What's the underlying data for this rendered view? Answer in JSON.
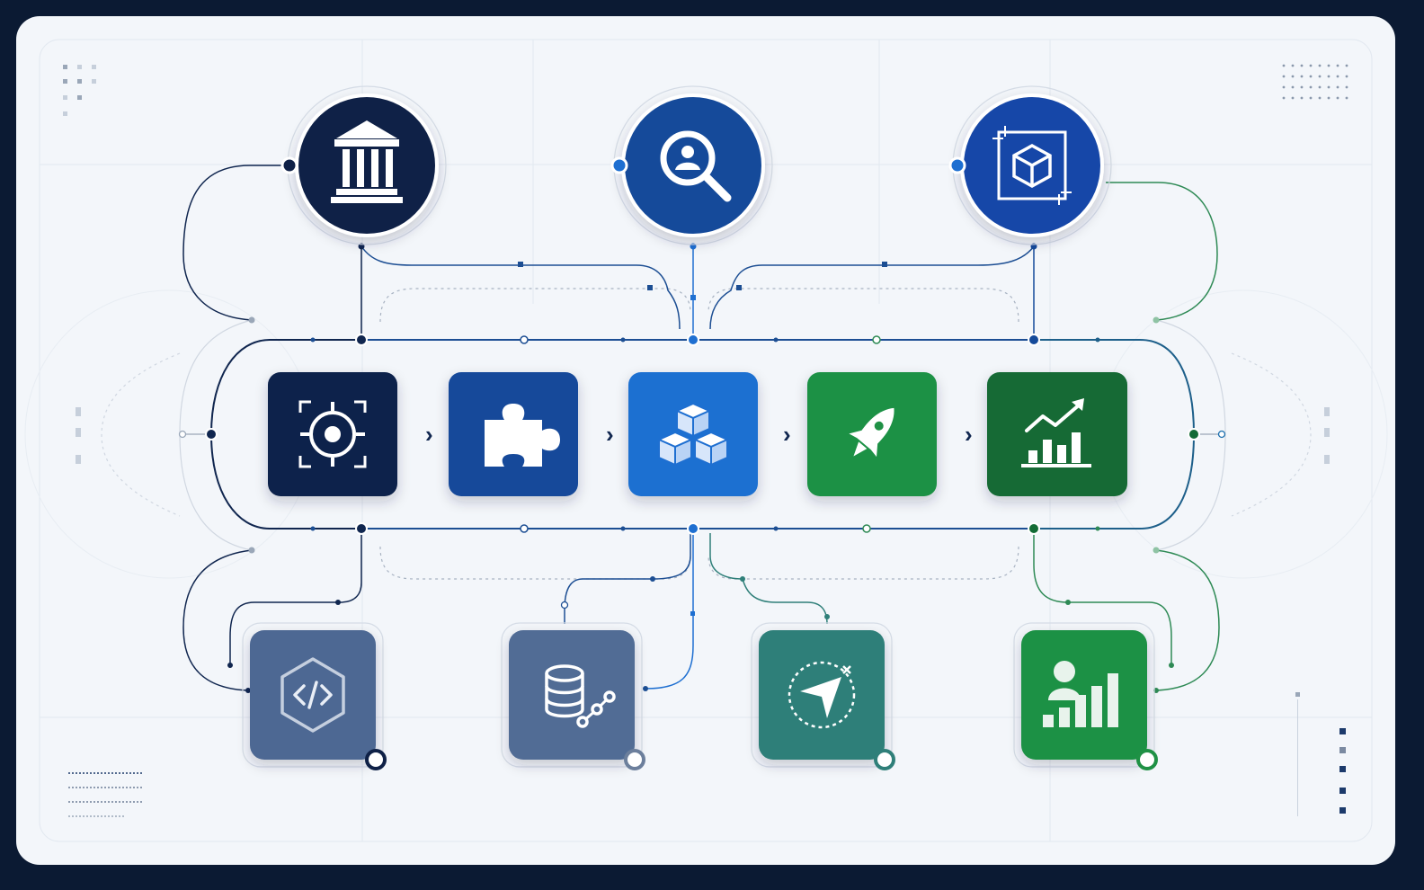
{
  "colors": {
    "frame": "#0b1a33",
    "canvas": "#f3f6fa",
    "navy": "#10264f",
    "royal_blue": "#154a9a",
    "bright_blue": "#1e6fd1",
    "green": "#1f9145",
    "dark_green": "#136b35",
    "slate": "#4e6893",
    "teal": "#2f7f79",
    "line_blue": "#1c4e93",
    "line_green": "#2e8a55",
    "line_gray": "#9aa7b8"
  },
  "top_nodes": [
    {
      "id": "bank",
      "icon": "bank-icon",
      "color": "navy"
    },
    {
      "id": "search",
      "icon": "user-search-icon",
      "color": "royal_blue"
    },
    {
      "id": "blueprint",
      "icon": "cube-blueprint-icon",
      "color": "royal_blue"
    }
  ],
  "pipeline_steps": [
    {
      "id": "target",
      "icon": "target-icon",
      "color": "navy"
    },
    {
      "id": "puzzle",
      "icon": "puzzle-icon",
      "color": "royal_blue"
    },
    {
      "id": "blocks",
      "icon": "cubes-icon",
      "color": "bright_blue"
    },
    {
      "id": "rocket",
      "icon": "rocket-icon",
      "color": "green"
    },
    {
      "id": "growth",
      "icon": "growth-chart-icon",
      "color": "dark_green"
    }
  ],
  "pipeline_separator": "›",
  "bottom_nodes": [
    {
      "id": "code",
      "icon": "code-icon",
      "color": "slate"
    },
    {
      "id": "database",
      "icon": "database-network-icon",
      "color": "slate"
    },
    {
      "id": "navigation",
      "icon": "navigation-icon",
      "color": "teal"
    },
    {
      "id": "analytics",
      "icon": "user-analytics-icon",
      "color": "green"
    }
  ]
}
